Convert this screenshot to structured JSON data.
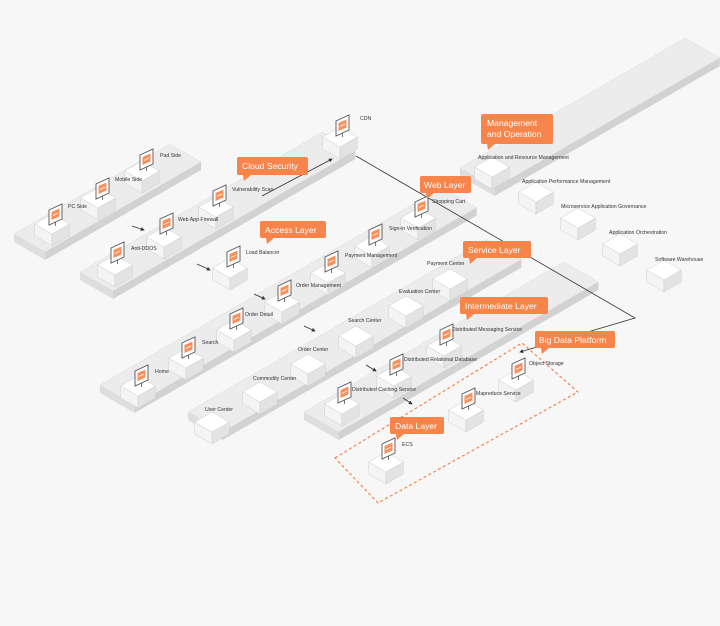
{
  "colors": {
    "accent": "#f7844a",
    "background": "#f7f7f7",
    "connector": "#333333"
  },
  "layers": {
    "cloud_security": "Cloud Security",
    "access_layer": "Access Layer",
    "web_layer": "Web Layer",
    "service_layer": "Service Layer",
    "intermediate_layer": "Intermediate Layer",
    "big_data_platform": "Big Data Platform",
    "data_layer": "Data Layer",
    "management_line1": "Management",
    "management_line2": "and Operation"
  },
  "nodes": {
    "pad_side": "Pad Side",
    "mobile_side": "Mobile Side",
    "pc_side": "PC Side",
    "vulnerability_scan": "Vulnerability Scan",
    "web_app_firewall": "Web App Firewall",
    "anti_ddos": "Anti-DDOS",
    "load_balancer": "Load Balancer",
    "cdn": "CDN",
    "shopping_cart": "Shopping Cart",
    "sign_in_verification": "Sign-in Verification",
    "payment_management": "Payment Management",
    "order_management": "Order Management",
    "order_detail": "Order Detail",
    "search": "Search",
    "home": "Home",
    "payment_center": "Payment Center",
    "evaluation_center": "Evaluation Center",
    "search_center": "Search Center",
    "order_center": "Order Center",
    "commodity_center": "Commodity Center",
    "user_center": "User Center",
    "distributed_messaging_service": "Distributed Messaging Service",
    "distributed_relational_database": "Distributed Relational Database",
    "distributed_caching_service": "Distributed Caching Service",
    "object_storage": "Object Storage",
    "mapreduce_service": "Mapreduce Service",
    "ecs": "ECS",
    "application_resource_management": "Application and Resource Management",
    "application_performance_management": "Application Performance Management",
    "microservice_governance": "Microservice Application Governance",
    "application_orchestration": "Application Orchestration",
    "software_warehouse": "Software Warehouse"
  }
}
